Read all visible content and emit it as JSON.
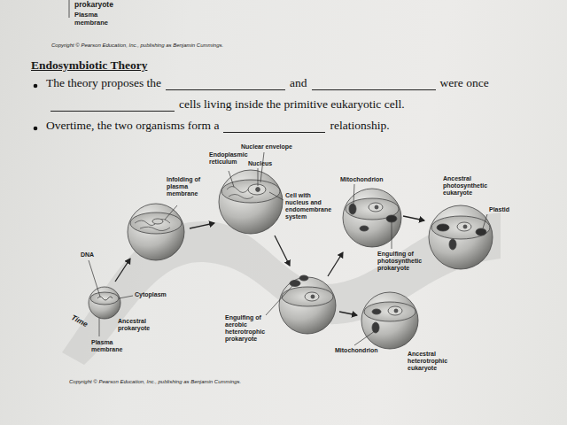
{
  "diagram": {
    "title": "Endosymbiotic Theory",
    "labels": [
      "prokaryote",
      "Plasma membrane",
      "Copyright © Pearson Education, Inc., publishing as Benjamin Cummings.",
      "The theory proposes the",
      "and",
      "were once",
      "cells living inside the primitive eukaryotic cell.",
      "Overtime, the two organisms form a",
      "relationship.",
      "Nuclear envelope",
      "Endoplasmic reticulum",
      "Nucleus",
      "Infolding of plasma membrane",
      "Cell with nucleus and endomembrane system",
      "Mitochondrion",
      "Ancestral photosynthetic eukaryote",
      "Plastid",
      "Engulfing of photosynthetic prokaryote",
      "DNA",
      "Cytoplasm",
      "Time",
      "Ancestral prokaryote",
      "Plasma membrane",
      "Engulfing of aerobic heterotrophic prokaryote",
      "Mitochondrion",
      "Ancestral heterotrophic eukaryote",
      "Copyright © Pearson Education, Inc., publishing as Benjamin Cummings."
    ]
  }
}
